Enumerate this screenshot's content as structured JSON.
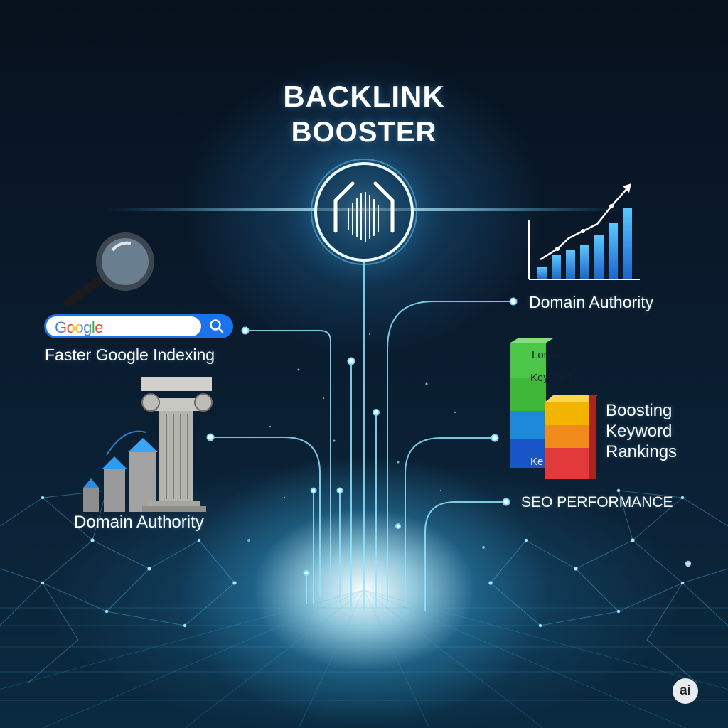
{
  "title": {
    "line1": "BACKLINK",
    "line2": "BOOSTER"
  },
  "search": {
    "brand_text": "Google"
  },
  "labels": {
    "faster_indexing": "Faster Google Indexing",
    "domain_authority_left": "Domain Authority",
    "domain_authority_right": "Domain Authority",
    "keyword_rankings": [
      "Boosting",
      "Keyword",
      "Rankings"
    ],
    "seo_performance": "SEO PERFORMANCE"
  },
  "cubes": {
    "top": "Lomin",
    "middle": "Keyword",
    "bottom": "Ke"
  },
  "badge": {
    "text": "ai"
  },
  "colors": {
    "accent": "#2ec6f5",
    "glow": "#bff3ff",
    "background": "#07111d",
    "google_blue": "#1a73e8"
  },
  "icons": [
    "hub-icon",
    "magnifying-glass-icon",
    "search-icon",
    "growth-chart-icon",
    "column-authority-icon",
    "keyword-blocks-icon"
  ]
}
